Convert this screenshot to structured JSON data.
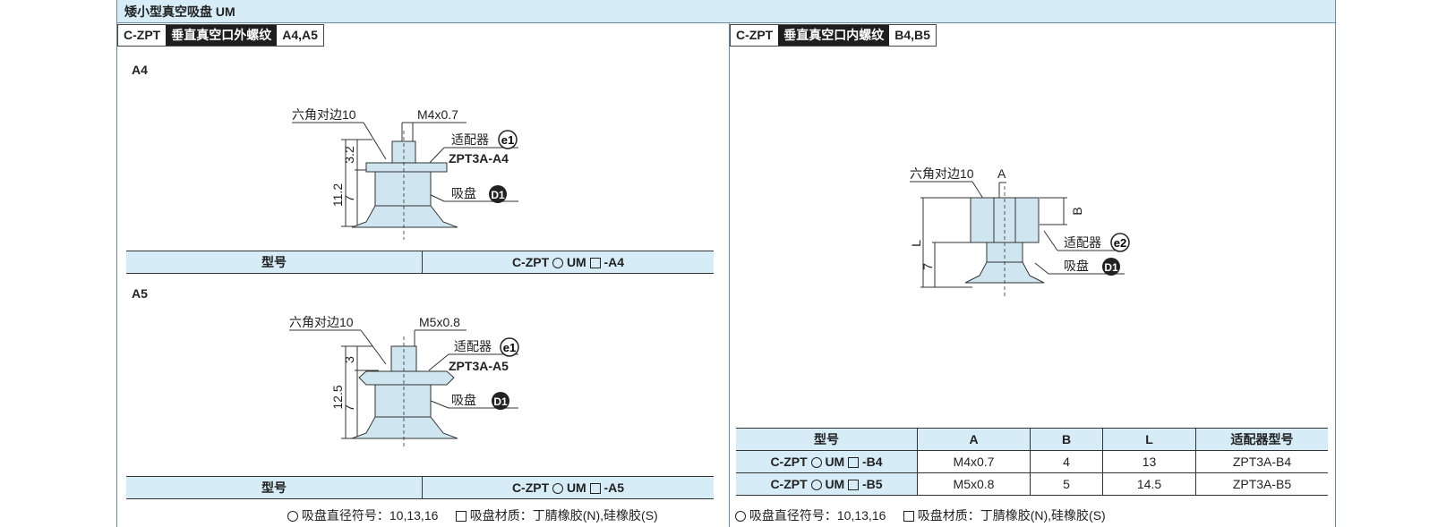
{
  "title": "矮小型真空吸盘 UM",
  "left": {
    "tabs": [
      "C-ZPT",
      "垂直真空口外螺纹",
      "A4,A5"
    ],
    "a4": {
      "tag": "A4",
      "hex_label": "六角对边10",
      "thread": "M4x0.7",
      "adapter_label": "适配器",
      "adapter_badge": "e1",
      "adapter_model": "ZPT3A-A4",
      "pad_label": "吸盘",
      "pad_badge": "D1",
      "dim_total": "11.2",
      "dim_top": "3.2",
      "dim_bottom": "7",
      "table_header": "型号",
      "table_model_prefix": "C-ZPT",
      "table_model_mid": "UM",
      "table_model_suffix": "-A4"
    },
    "a5": {
      "tag": "A5",
      "hex_label": "六角对边10",
      "thread": "M5x0.8",
      "adapter_label": "适配器",
      "adapter_badge": "e1",
      "adapter_model": "ZPT3A-A5",
      "pad_label": "吸盘",
      "pad_badge": "D1",
      "dim_total": "12.5",
      "dim_top": "3",
      "dim_bottom": "7",
      "table_header": "型号",
      "table_model_prefix": "C-ZPT",
      "table_model_mid": "UM",
      "table_model_suffix": "-A5"
    },
    "footnote_diameter": "吸盘直径符号：10,13,16",
    "footnote_material": "吸盘材质：丁腈橡胶(N),硅橡胶(S)"
  },
  "right": {
    "tabs": [
      "C-ZPT",
      "垂直真空口内螺纹",
      "B4,B5"
    ],
    "diagram": {
      "hex_label": "六角对边10",
      "dim_a": "A",
      "dim_b": "B",
      "dim_l": "L",
      "dim_7": "7",
      "adapter_label": "适配器",
      "adapter_badge": "e2",
      "pad_label": "吸盘",
      "pad_badge": "D1"
    },
    "table": {
      "headers": [
        "型号",
        "A",
        "B",
        "L",
        "适配器型号"
      ],
      "rows": [
        {
          "prefix": "C-ZPT",
          "mid": "UM",
          "suffix": "-B4",
          "a": "M4x0.7",
          "b": "4",
          "l": "13",
          "adapter": "ZPT3A-B4"
        },
        {
          "prefix": "C-ZPT",
          "mid": "UM",
          "suffix": "-B5",
          "a": "M5x0.8",
          "b": "5",
          "l": "14.5",
          "adapter": "ZPT3A-B5"
        }
      ]
    },
    "footnote_diameter": "吸盘直径符号：10,13,16",
    "footnote_material": "吸盘材质：丁腈橡胶(N),硅橡胶(S)"
  },
  "colors": {
    "header_bg": "#d6ecf6",
    "part_fill": "#cfe6f1",
    "line": "#333333"
  }
}
